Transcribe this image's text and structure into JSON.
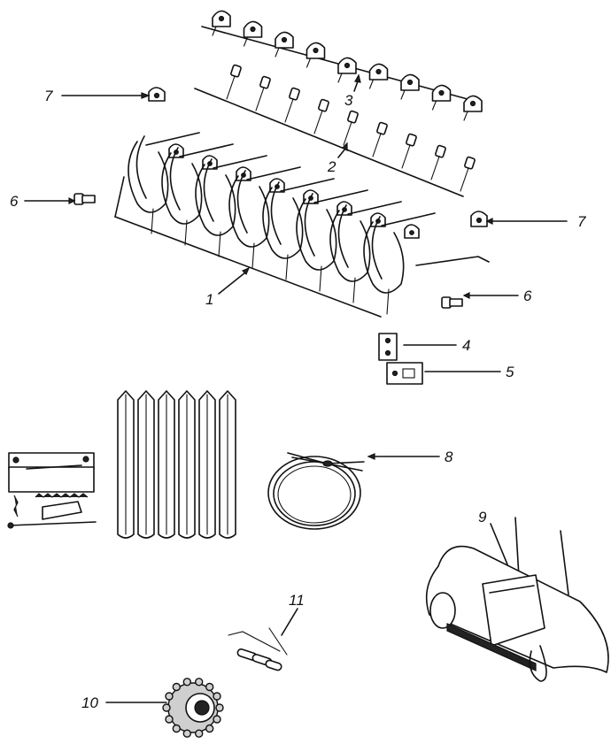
{
  "callouts": {
    "c1": "1",
    "c2": "2",
    "c3": "3",
    "c4": "4",
    "c5": "5",
    "c6a": "6",
    "c6b": "6",
    "c7a": "7",
    "c7b": "7",
    "c8": "8",
    "c9": "9",
    "c10": "10",
    "c11": "11"
  },
  "icons": [
    "spring-tooth-assembly",
    "tooth-clamp",
    "tine-strip",
    "bolt",
    "plate",
    "cable-coil",
    "sprocket",
    "chain-link",
    "tube-band"
  ]
}
